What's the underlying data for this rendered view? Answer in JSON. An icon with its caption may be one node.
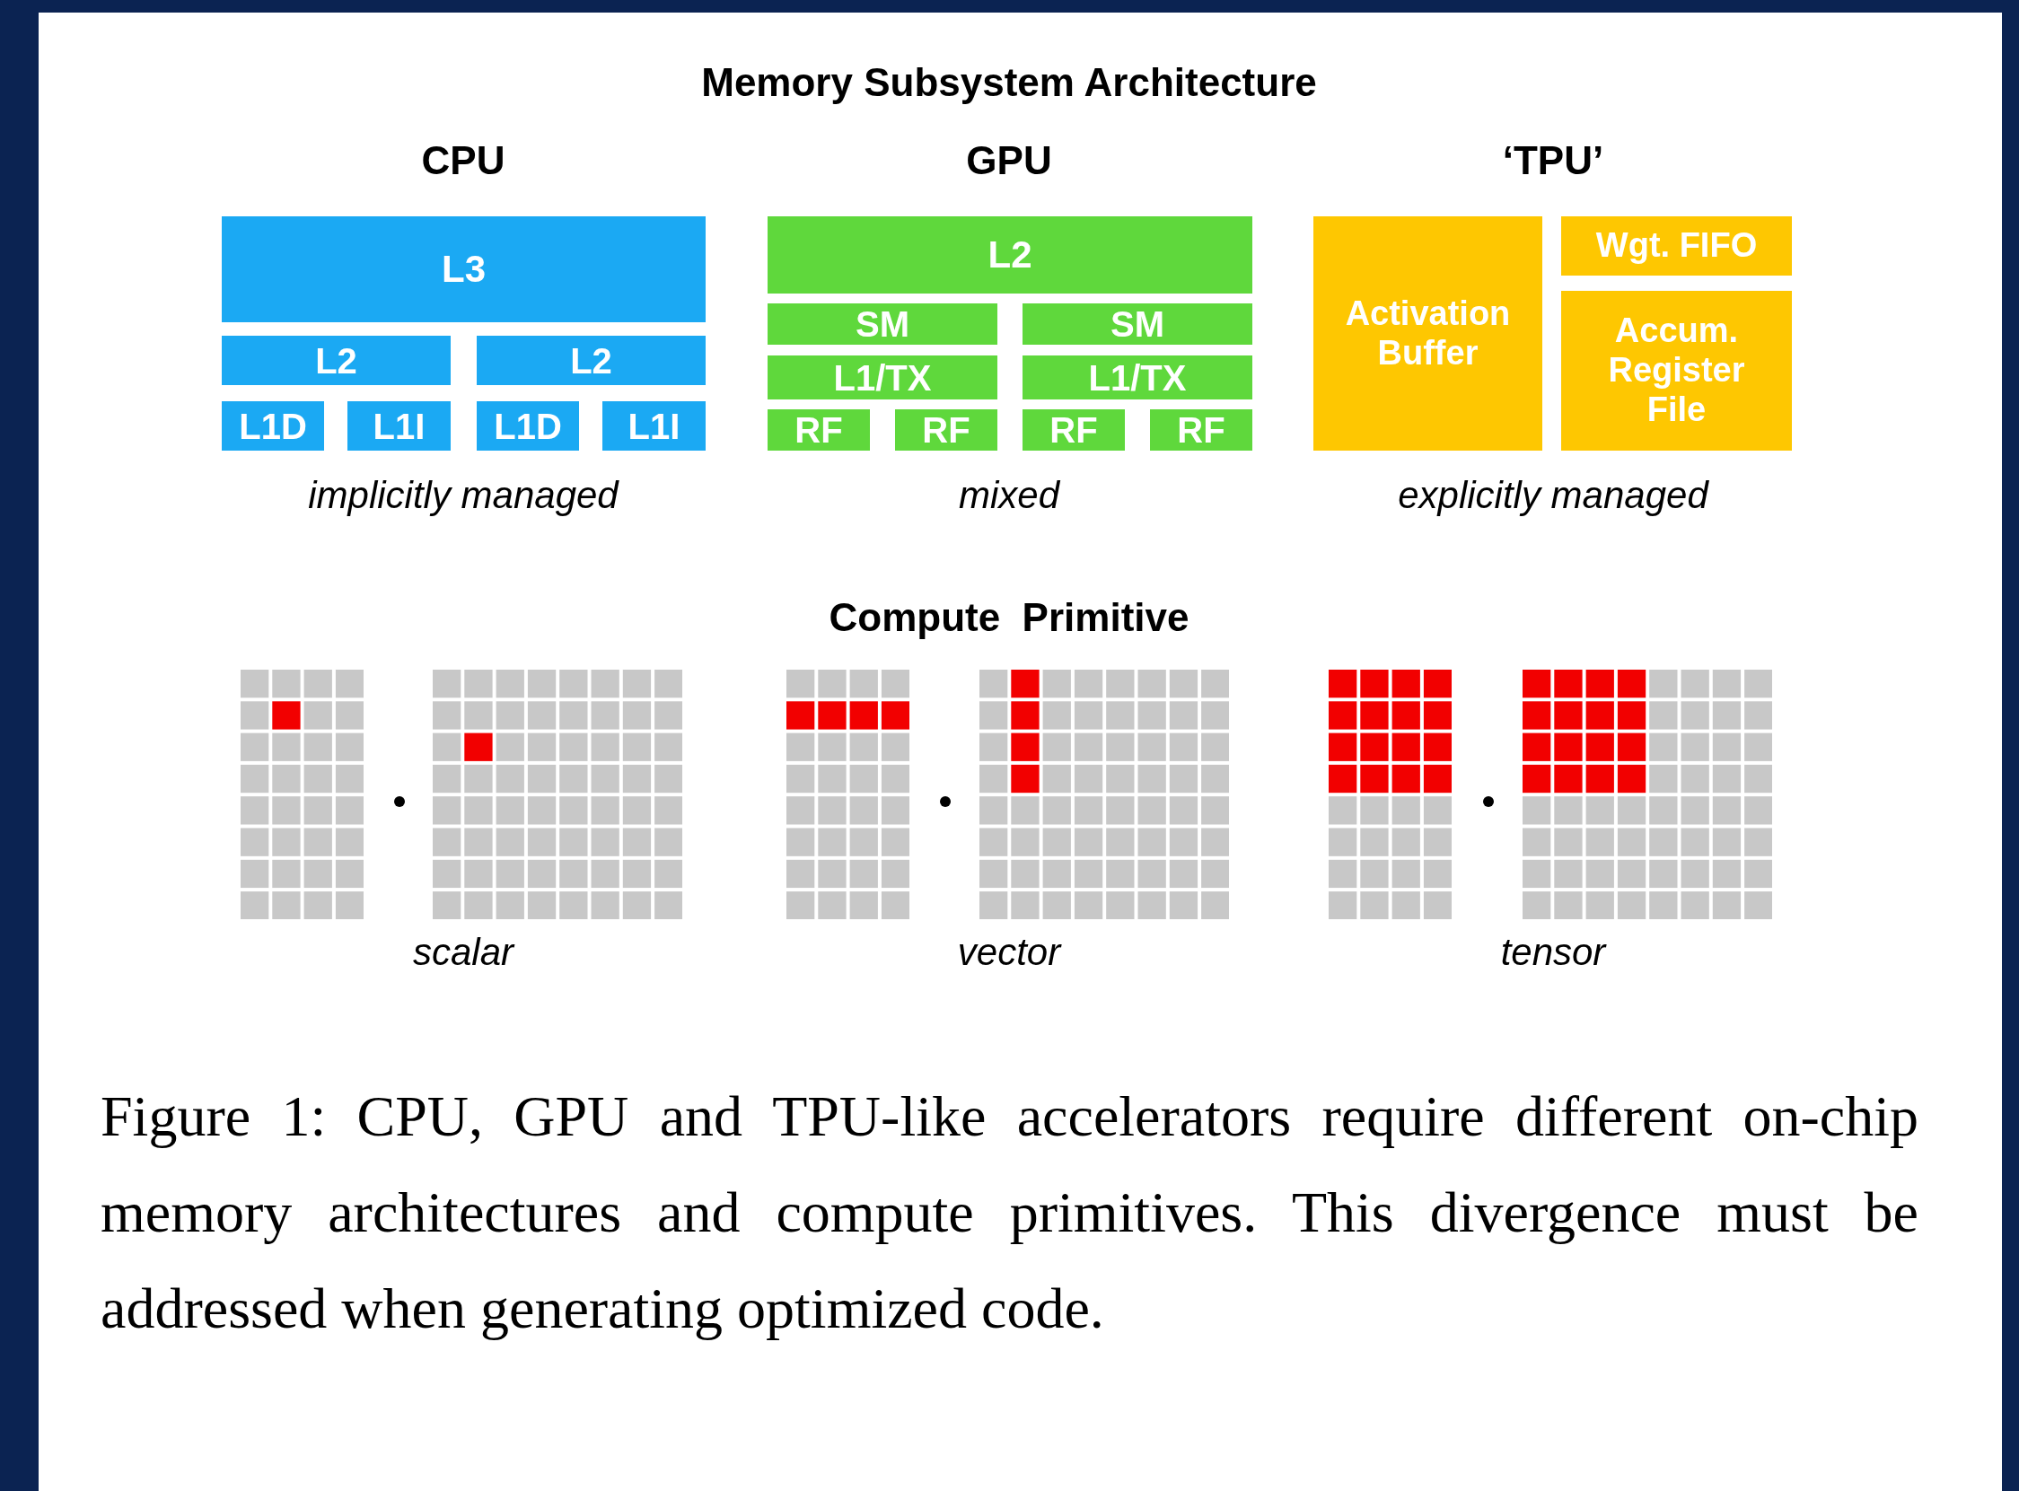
{
  "diagram": {
    "title": "Memory Subsystem Architecture",
    "nodes": [
      {
        "text": [
          "L3"
        ]
      },
      {
        "text": [
          "L2"
        ]
      },
      {
        "text": [
          "L2"
        ]
      },
      {
        "text": [
          "L1D"
        ]
      },
      {
        "text": [
          "L1I"
        ]
      },
      {
        "text": [
          "L1D"
        ]
      },
      {
        "text": [
          "L1I"
        ]
      },
      {
        "text": [
          "L2"
        ]
      },
      {
        "text": [
          "SM"
        ]
      },
      {
        "text": [
          "SM"
        ]
      },
      {
        "text": [
          "L1/TX"
        ]
      },
      {
        "text": [
          "L1/TX"
        ]
      },
      {
        "text": [
          "RF"
        ]
      },
      {
        "text": [
          "RF"
        ]
      },
      {
        "text": [
          "RF"
        ]
      },
      {
        "text": [
          "RF"
        ]
      },
      {
        "text": [
          "Activation Buffer"
        ]
      },
      {
        "text": [
          "Wgt. FIFO"
        ]
      },
      {
        "text": [
          "Accum. Register File"
        ]
      }
    ],
    "edges": [],
    "labels": [
      "CPU",
      "GPU",
      "‘TPU’",
      "implicitly managed",
      "mixed",
      "explicitly managed",
      "Compute  Primitive",
      "scalar",
      "vector",
      "tensor"
    ],
    "caption": "Figure 1: CPU, GPU and TPU-like accelerators require different on-chip memory architectures and compute primitives. This divergence must be addressed when generating optimized code."
  }
}
